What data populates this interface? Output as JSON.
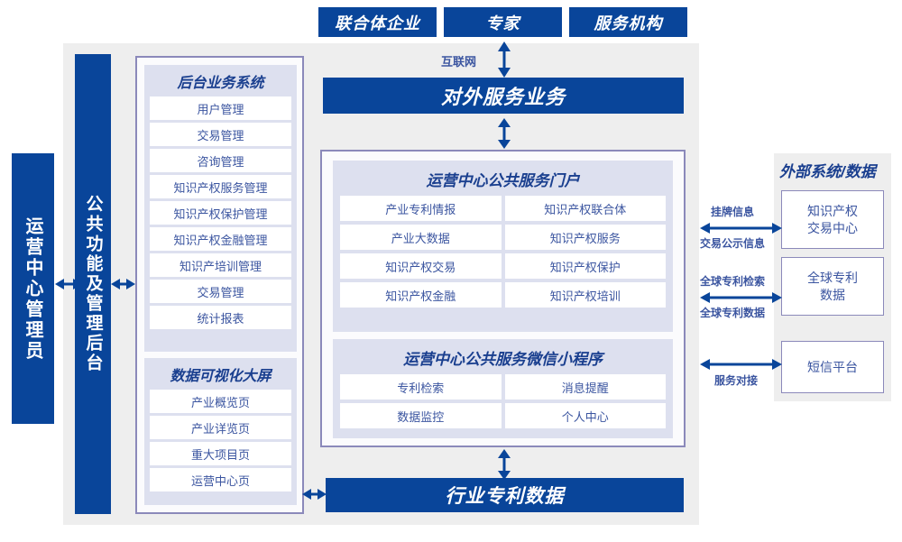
{
  "diagram": {
    "title_top_boxes": [
      {
        "label": "联合体企业"
      },
      {
        "label": "专家"
      },
      {
        "label": "服务机构"
      }
    ],
    "internet_label": "互联网",
    "external_service_bar": "对外服务业务",
    "industry_patent_data_bar": "行业专利数据",
    "left_actor": "运营中心管理员",
    "inner_actor": "公共功能及管理后台",
    "backend": {
      "title": "后台业务系统",
      "items": [
        "用户管理",
        "交易管理",
        "咨询管理",
        "知识产权服务管理",
        "知识产权保护管理",
        "知识产权金融管理",
        "知识产培训管理",
        "交易管理",
        "统计报表"
      ]
    },
    "dashboard": {
      "title": "数据可视化大屏",
      "items": [
        "产业概览页",
        "产业详览页",
        "重大项目页",
        "运营中心页"
      ]
    },
    "portal": {
      "title": "运营中心公共服务门户",
      "items": [
        "产业专利情报",
        "知识产权联合体",
        "产业大数据",
        "知识产权服务",
        "知识产权交易",
        "知识产权保护",
        "知识产权金融",
        "知识产权培训"
      ]
    },
    "miniprogram": {
      "title": "运营中心公共服务微信小程序",
      "items": [
        "专利检索",
        "消息提醒",
        "数据监控",
        "个人中心"
      ]
    },
    "external": {
      "title": "外部系统/数据",
      "items": [
        {
          "label": "知识产权\n交易中心"
        },
        {
          "label": "全球专利\n数据"
        },
        {
          "label": "短信平台"
        }
      ],
      "connectors": [
        {
          "above": "挂牌信息",
          "below": "交易公示信息"
        },
        {
          "above": "全球专利检索",
          "below": "全球专利数据"
        },
        {
          "above": "",
          "below": "服务对接"
        }
      ]
    },
    "colors": {
      "brand_blue": "#09459a",
      "panel_border": "#8b89ba",
      "group_bg": "#dde0ef",
      "container_bg": "#eeeeee",
      "text_blue": "#3b55a0"
    }
  }
}
